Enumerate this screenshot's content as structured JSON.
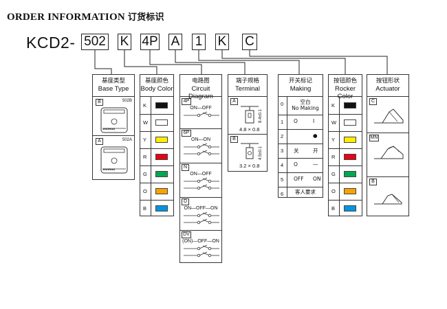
{
  "title": {
    "en": "ORDER INFORMATION",
    "cn": "订货标识"
  },
  "model_prefix": "KCD2-",
  "code_segments": [
    "502",
    "K",
    "4P",
    "A",
    "1",
    "K",
    "C"
  ],
  "base_type": {
    "cn": "基座类型",
    "en": "Base Type",
    "options": [
      {
        "code": "B",
        "sub": "502B",
        "brand": "JINGHAN"
      },
      {
        "code": "A",
        "sub": "502A",
        "brand": "JINGHAN"
      }
    ]
  },
  "body_color": {
    "cn": "基座颜色",
    "en": "Body Color",
    "options": [
      {
        "code": "K",
        "color": "#111111"
      },
      {
        "code": "W",
        "color": "#ffffff"
      },
      {
        "code": "Y",
        "color": "#ffee00"
      },
      {
        "code": "R",
        "color": "#e30613"
      },
      {
        "code": "G",
        "color": "#00a650"
      },
      {
        "code": "O",
        "color": "#f7a400"
      },
      {
        "code": "B",
        "color": "#0096e0"
      }
    ]
  },
  "circuit": {
    "cn": "电路图",
    "en": "Circuit Diagram",
    "options": [
      {
        "code": "4P",
        "label": "ON—OFF"
      },
      {
        "code": "6P",
        "label": "ON—ON"
      },
      {
        "code": "N",
        "label": "ON—OFF"
      },
      {
        "code": "D",
        "label": "ON—OFF—ON"
      },
      {
        "code": "DV",
        "label": "(ON)—OFF—ON"
      }
    ]
  },
  "terminal": {
    "cn": "端子规格",
    "en": "Terminal",
    "options": [
      {
        "code": "A",
        "dim": "4.8 × 0.8",
        "side": "8.4±0.1"
      },
      {
        "code": "B",
        "dim": "3.2 × 0.8",
        "side": "4.5±0.1"
      }
    ]
  },
  "making": {
    "cn": "开关标记",
    "en": "Making",
    "options": [
      {
        "code": "0",
        "cn": "空白",
        "en": "No Making"
      },
      {
        "code": "1",
        "left": "O",
        "right": "I"
      },
      {
        "code": "2",
        "left": "",
        "right": "●"
      },
      {
        "code": "3",
        "left": "关",
        "right": "开"
      },
      {
        "code": "4",
        "left": "O",
        "right": "—"
      },
      {
        "code": "5",
        "left": "OFF",
        "right": "ON"
      },
      {
        "code": "6",
        "cn": "客人要求"
      }
    ]
  },
  "rocker_color": {
    "cn": "按钮颜色",
    "en": "Rocker Color",
    "options": [
      {
        "code": "K",
        "color": "#111111"
      },
      {
        "code": "W",
        "color": "#ffffff"
      },
      {
        "code": "Y",
        "color": "#ffee00"
      },
      {
        "code": "R",
        "color": "#e30613"
      },
      {
        "code": "G",
        "color": "#00a650"
      },
      {
        "code": "O",
        "color": "#f7a400"
      },
      {
        "code": "B",
        "color": "#0096e0"
      }
    ]
  },
  "actuator": {
    "cn": "按钮形状",
    "en": "Actuator",
    "options": [
      {
        "code": "C"
      },
      {
        "code": "MN"
      },
      {
        "code": "B"
      }
    ]
  }
}
